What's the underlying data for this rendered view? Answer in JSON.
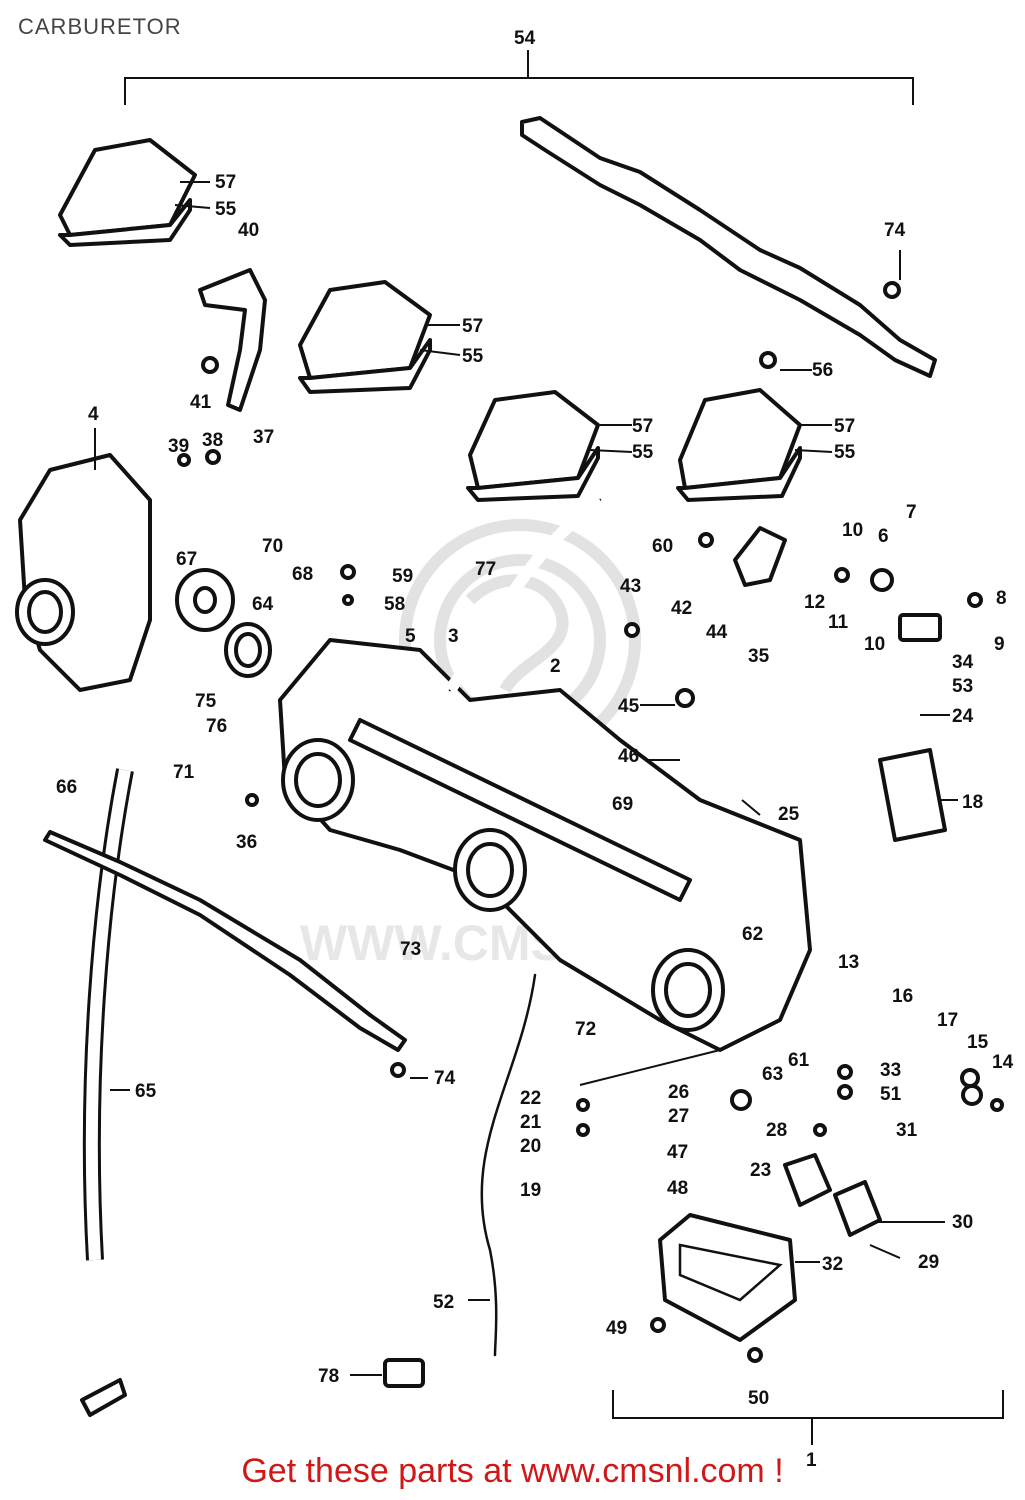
{
  "title": "CARBURETOR",
  "footer": "Get these parts at www.cmsnl.com !",
  "watermark": "WWW.CMSNL.COM",
  "callouts": [
    "1",
    "2",
    "3",
    "4",
    "5",
    "6",
    "7",
    "8",
    "9",
    "10",
    "11",
    "12",
    "13",
    "14",
    "15",
    "16",
    "17",
    "18",
    "19",
    "20",
    "21",
    "22",
    "23",
    "24",
    "25",
    "26",
    "27",
    "28",
    "29",
    "30",
    "31",
    "32",
    "33",
    "34",
    "35",
    "36",
    "37",
    "38",
    "39",
    "40",
    "41",
    "42",
    "43",
    "44",
    "45",
    "46",
    "47",
    "48",
    "49",
    "50",
    "51",
    "52",
    "53",
    "54",
    "55",
    "56",
    "57",
    "58",
    "59",
    "60",
    "61",
    "62",
    "63",
    "64",
    "65",
    "66",
    "67",
    "68",
    "69",
    "70",
    "71",
    "72",
    "73",
    "74",
    "75",
    "76",
    "77",
    "78"
  ],
  "colors": {
    "footer": "#d01818",
    "line_art": "#111111",
    "watermark": "#cfcfcf"
  }
}
